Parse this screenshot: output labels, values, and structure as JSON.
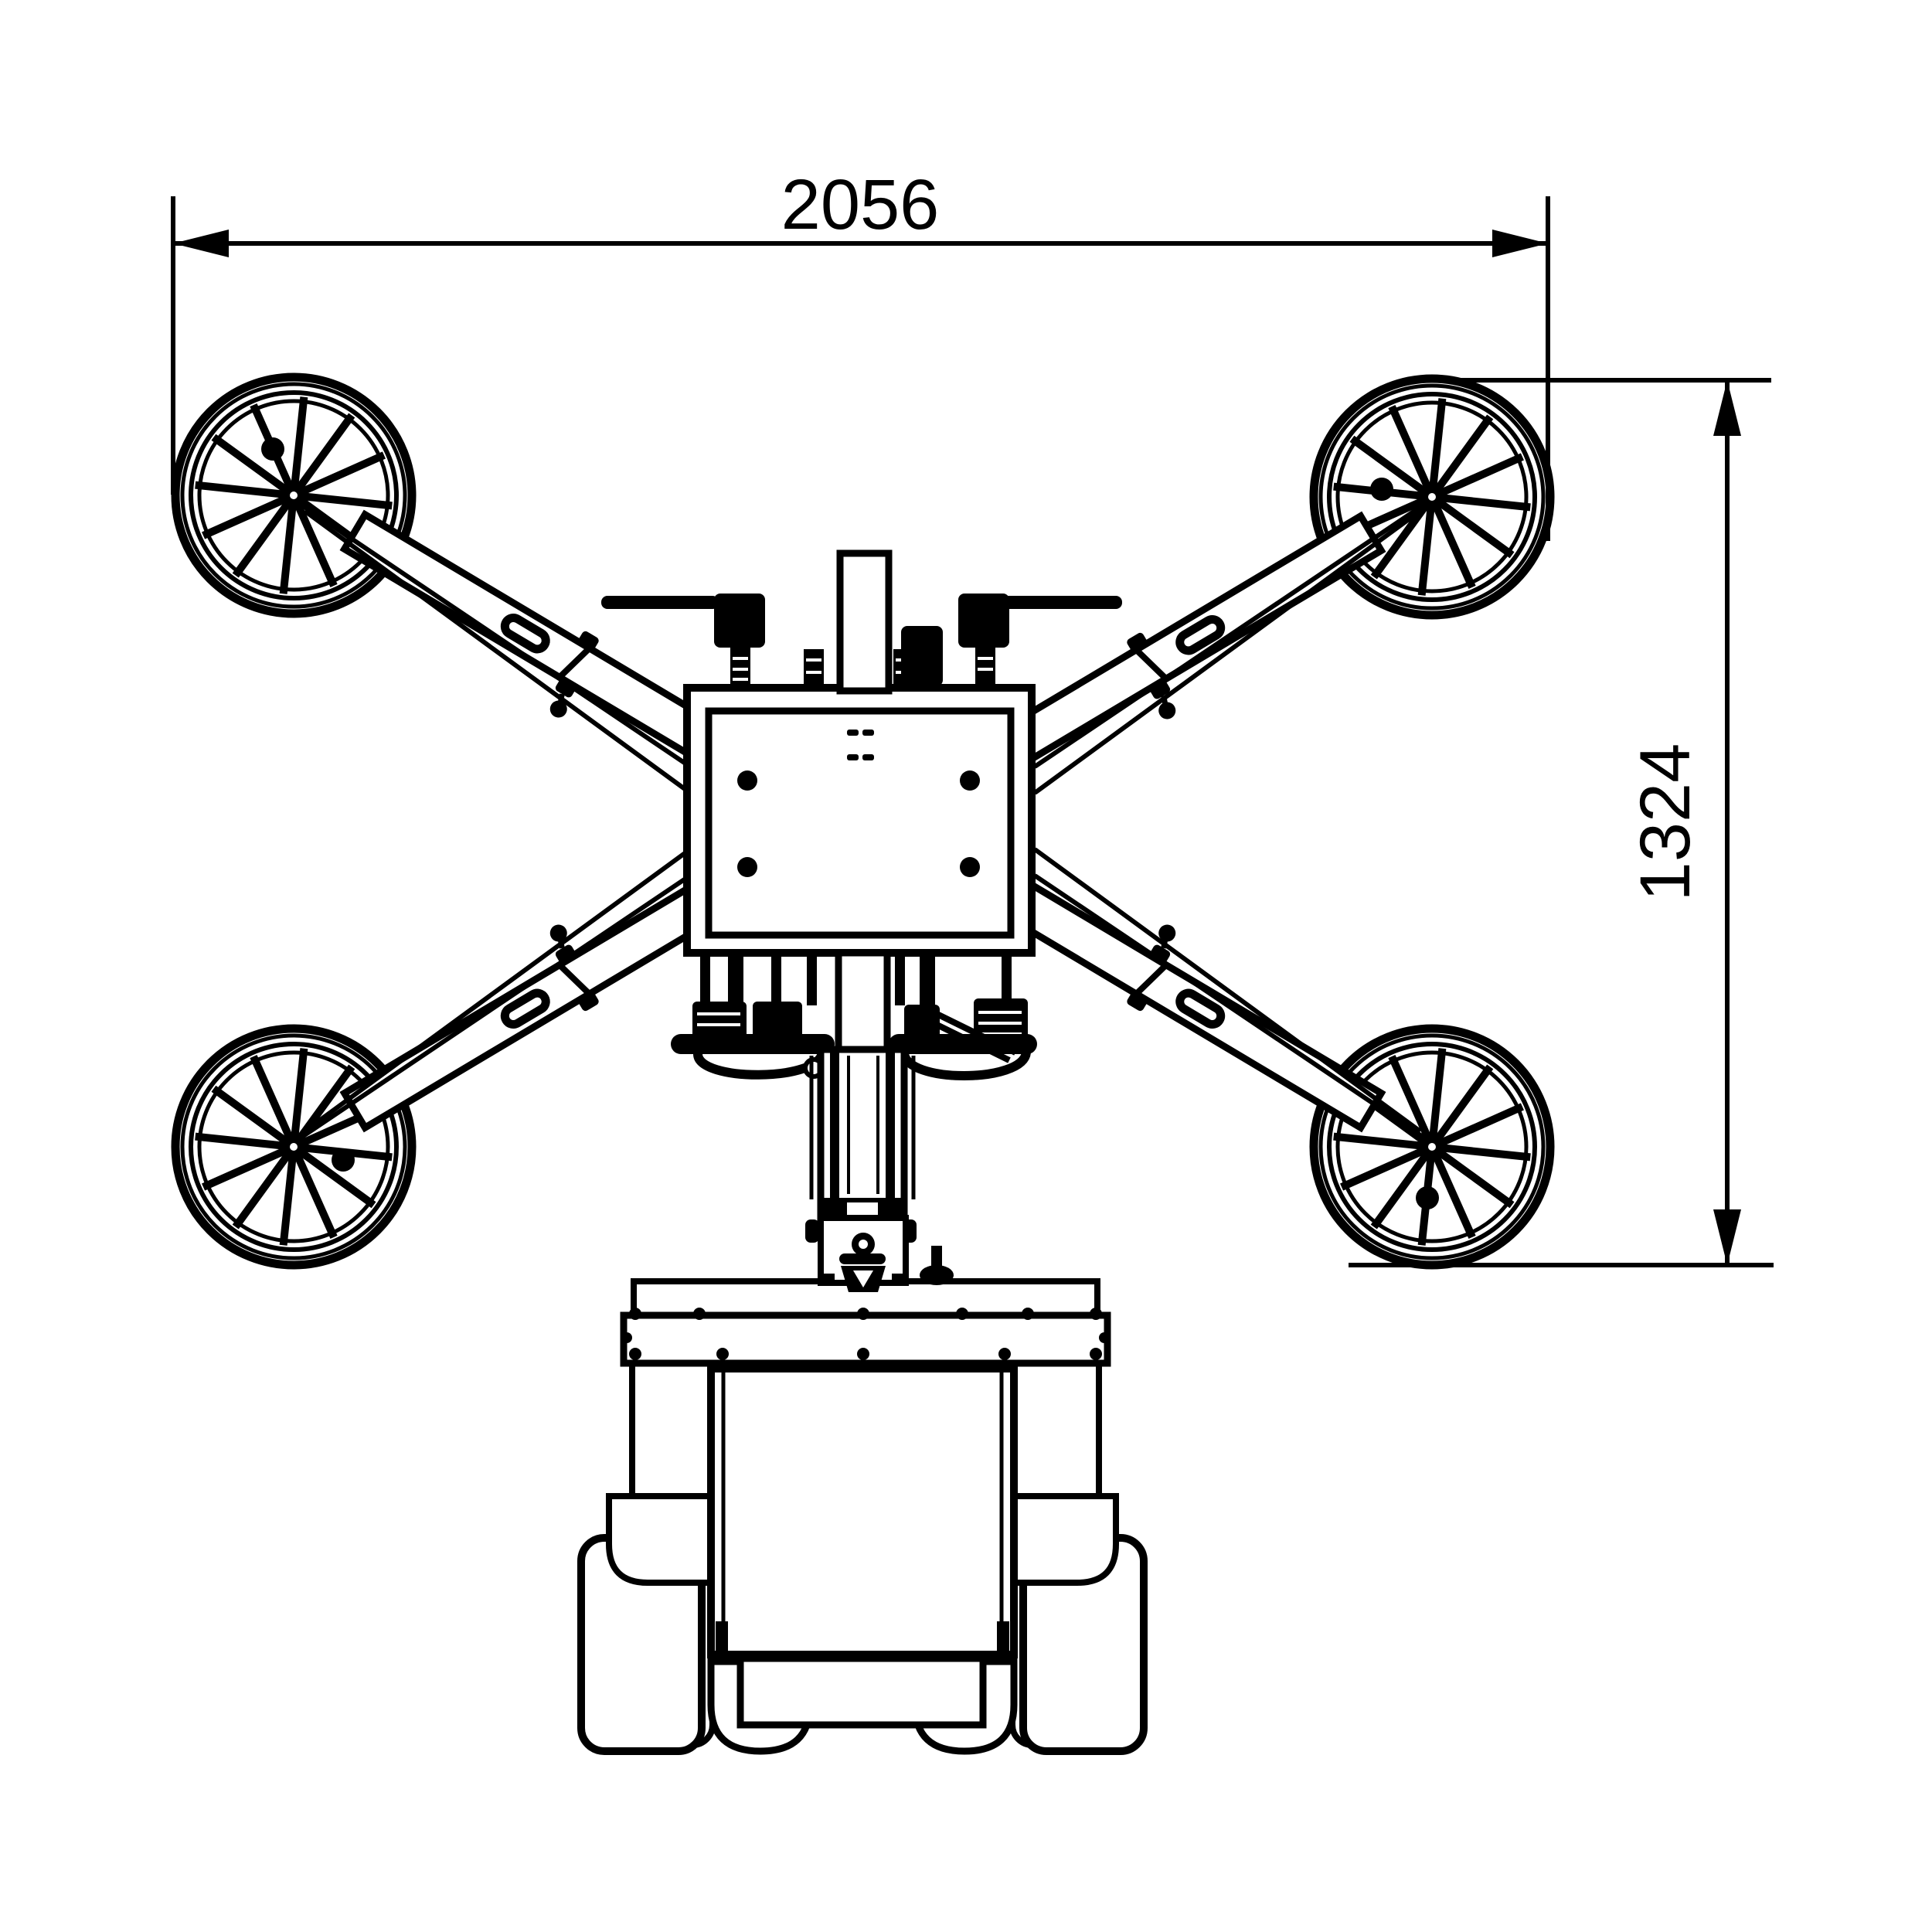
{
  "page": {
    "background_color": "#ffffff",
    "line_color": "#000000",
    "kind": "technical-drawing",
    "view": "front elevation with overall dimensions"
  },
  "dimensions": {
    "width": {
      "label": "2056"
    },
    "height": {
      "label": "1324"
    }
  }
}
